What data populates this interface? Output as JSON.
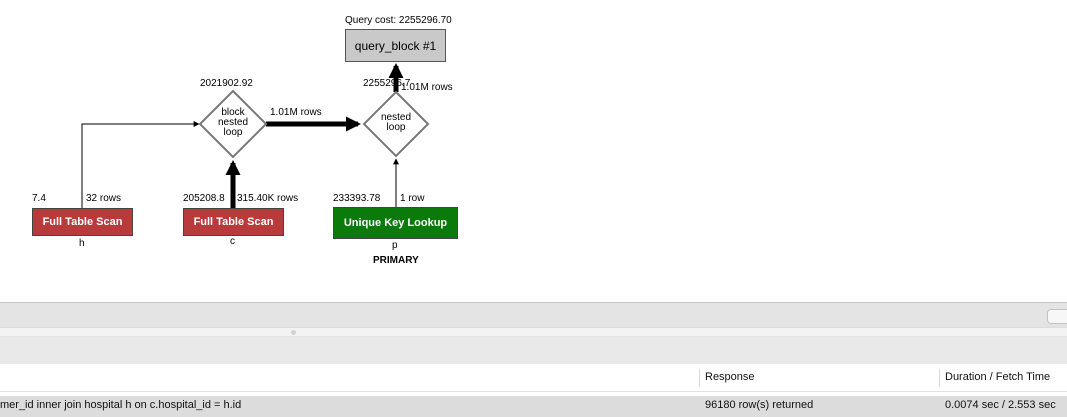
{
  "query_plan": {
    "query_cost_label": "Query cost: 2255296.70",
    "query_block_label": "query_block #1",
    "block_nested_loop": {
      "cost": "2021902.92",
      "label_line1": "block",
      "label_line2": "nested",
      "label_line3": "loop",
      "output_rows": "1.01M rows"
    },
    "nested_loop": {
      "cost": "2255296.7",
      "label_line1": "nested",
      "label_line2": "loop",
      "output_rows": "1.01M rows"
    },
    "table_h": {
      "cost": "7.4",
      "rows": "32 rows",
      "operation": "Full Table Scan",
      "table": "h"
    },
    "table_c": {
      "cost": "205208.8",
      "rows": "315.40K rows",
      "operation": "Full Table Scan",
      "table": "c"
    },
    "table_p": {
      "cost": "233393.78",
      "rows": "1 row",
      "operation": "Unique Key Lookup",
      "table": "p",
      "key": "PRIMARY"
    }
  },
  "colors": {
    "full_scan": "#b83a3a",
    "key_lookup": "#0a7a0a",
    "query_block": "#c9c9c9"
  },
  "output": {
    "columns": [
      "Response",
      "Duration / Fetch Time"
    ],
    "rows": [
      {
        "action": "mer_id inner join hospital h on c.hospital_id = h.id",
        "response": "96180 row(s) returned",
        "duration": "0.0074 sec / 2.553 sec"
      }
    ]
  }
}
